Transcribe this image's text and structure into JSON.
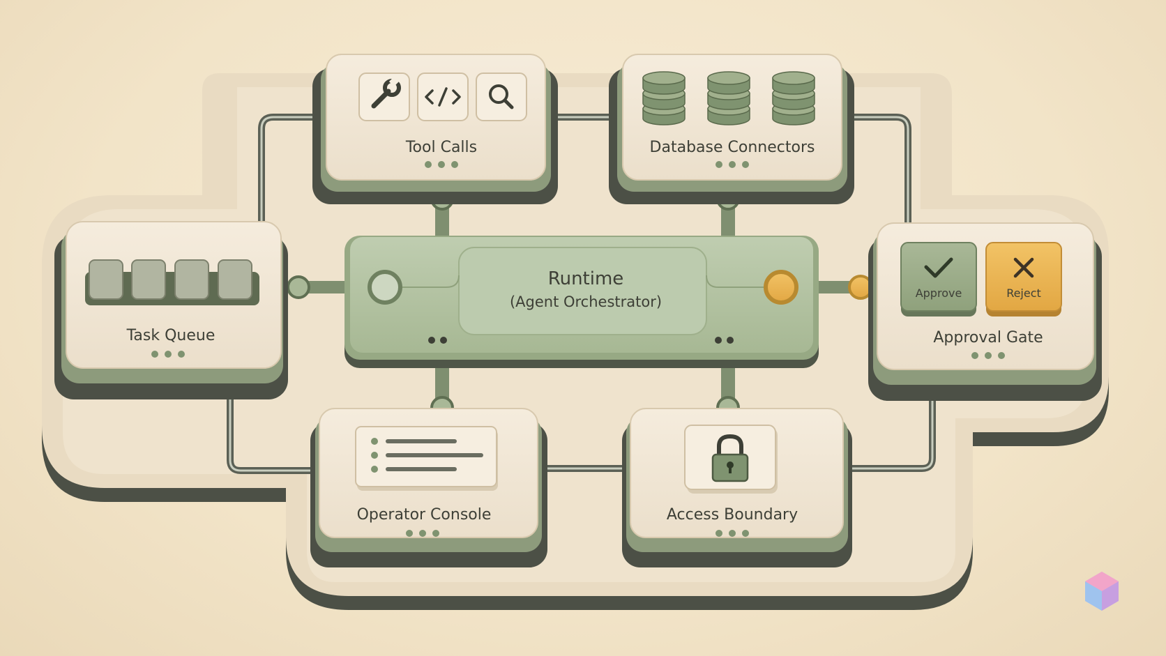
{
  "colors": {
    "background": "#f3e6cc",
    "panel": "#efe3cf",
    "panel_dark": "#4f544a",
    "sage": "#a9b897",
    "sage_dark": "#6f8160",
    "amber": "#e9b451",
    "text": "#3d3f36"
  },
  "hub": {
    "title": "Runtime",
    "subtitle": "(Agent Orchestrator)"
  },
  "modules": {
    "tool_calls": {
      "label": "Tool Calls",
      "icons": [
        "wrench-icon",
        "code-icon",
        "search-icon"
      ]
    },
    "database_connectors": {
      "label": "Database Connectors",
      "icons": [
        "database-icon",
        "database-icon",
        "database-icon"
      ]
    },
    "task_queue": {
      "label": "Task Queue",
      "slots": 4
    },
    "approval_gate": {
      "label": "Approval Gate",
      "approve_label": "Approve",
      "reject_label": "Reject",
      "icons": [
        "check-icon",
        "x-icon"
      ]
    },
    "operator_console": {
      "label": "Operator Console",
      "icons": [
        "list-icon"
      ]
    },
    "access_boundary": {
      "label": "Access Boundary",
      "icons": [
        "lock-icon"
      ]
    }
  },
  "watermark_icon": "cube-icon"
}
